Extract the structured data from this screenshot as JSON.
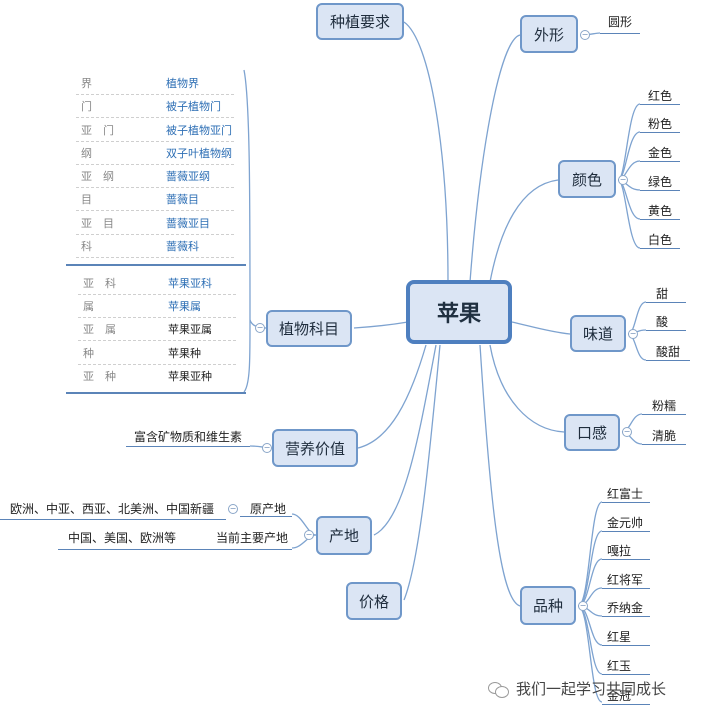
{
  "root": "苹果",
  "main_topics": {
    "zhongzhi": "种植要求",
    "waixing": "外形",
    "yanse": "颜色",
    "weidao": "味道",
    "kougan": "口感",
    "pinzhong": "品种",
    "jiage": "价格",
    "chandi": "产地",
    "yingyang": "营养价值",
    "zhiwu": "植物科目"
  },
  "waixing_items": [
    "圆形"
  ],
  "yanse_items": [
    "红色",
    "粉色",
    "金色",
    "绿色",
    "黄色",
    "白色"
  ],
  "weidao_items": [
    "甜",
    "酸",
    "酸甜"
  ],
  "kougan_items": [
    "粉糯",
    "清脆"
  ],
  "pinzhong_items": [
    "红富士",
    "金元帅",
    "嘎拉",
    "红将军",
    "乔纳金",
    "红星",
    "红玉",
    "金冠"
  ],
  "yingyang_items": [
    "富含矿物质和维生素"
  ],
  "chandi": {
    "yuan_label": "原产地",
    "yuan_value": "欧洲、中亚、西亚、北美洲、中国新疆",
    "dangqian_label": "当前主要产地",
    "dangqian_value": "中国、美国、欧洲等"
  },
  "taxonomy_upper": [
    {
      "rank": "界",
      "name": "植物界"
    },
    {
      "rank": "门",
      "name": "被子植物门"
    },
    {
      "rank": "亚　门",
      "name": "被子植物亚门"
    },
    {
      "rank": "纲",
      "name": "双子叶植物纲"
    },
    {
      "rank": "亚　纲",
      "name": "蔷薇亚纲"
    },
    {
      "rank": "目",
      "name": "蔷薇目"
    },
    {
      "rank": "亚　目",
      "name": "蔷薇亚目"
    },
    {
      "rank": "科",
      "name": "蔷薇科"
    }
  ],
  "taxonomy_lower": [
    {
      "rank": "亚　科",
      "name": "苹果亚科"
    },
    {
      "rank": "属",
      "name": "苹果属"
    },
    {
      "rank": "亚　属",
      "name": "苹果亚属"
    },
    {
      "rank": "种",
      "name": "苹果种"
    },
    {
      "rank": "亚　种",
      "name": "苹果亚种"
    }
  ],
  "footer": "我们一起学习共同成长",
  "colors": {
    "line": "#6f97c9",
    "node_fill": "#dbe5f4",
    "tax_link": "#2e6fb5"
  }
}
